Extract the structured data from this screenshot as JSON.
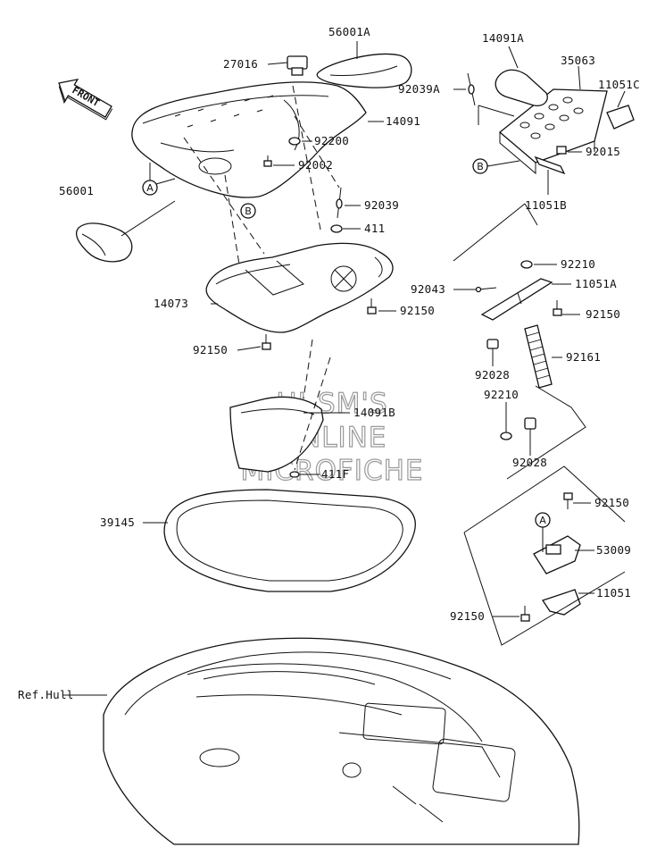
{
  "diagram": {
    "watermark": [
      "HI-SM'S",
      "ONLINE",
      "MICROFICHE"
    ],
    "front_label": "FRONT",
    "callouts": {
      "A": "A",
      "B": "B"
    },
    "parts": [
      {
        "id": "p56001A",
        "label": "56001A"
      },
      {
        "id": "p27016",
        "label": "27016"
      },
      {
        "id": "p14091A",
        "label": "14091A"
      },
      {
        "id": "p35063",
        "label": "35063"
      },
      {
        "id": "p92039A",
        "label": "92039A"
      },
      {
        "id": "p11051C",
        "label": "11051C"
      },
      {
        "id": "p14091",
        "label": "14091"
      },
      {
        "id": "p92200",
        "label": "92200"
      },
      {
        "id": "p92002",
        "label": "92002"
      },
      {
        "id": "p92015",
        "label": "92015"
      },
      {
        "id": "p56001",
        "label": "56001"
      },
      {
        "id": "p11051B",
        "label": "11051B"
      },
      {
        "id": "p92039",
        "label": "92039"
      },
      {
        "id": "p411",
        "label": "411"
      },
      {
        "id": "p92210a",
        "label": "92210"
      },
      {
        "id": "p92043",
        "label": "92043"
      },
      {
        "id": "p11051A",
        "label": "11051A"
      },
      {
        "id": "p14073",
        "label": "14073"
      },
      {
        "id": "p92150a",
        "label": "92150"
      },
      {
        "id": "p92150b",
        "label": "92150"
      },
      {
        "id": "p92150c",
        "label": "92150"
      },
      {
        "id": "p92028a",
        "label": "92028"
      },
      {
        "id": "p92161",
        "label": "92161"
      },
      {
        "id": "p92210b",
        "label": "92210"
      },
      {
        "id": "p14091B",
        "label": "14091B"
      },
      {
        "id": "p92028b",
        "label": "92028"
      },
      {
        "id": "p411F",
        "label": "411F"
      },
      {
        "id": "p92150d",
        "label": "92150"
      },
      {
        "id": "p39145",
        "label": "39145"
      },
      {
        "id": "p53009",
        "label": "53009"
      },
      {
        "id": "p11051",
        "label": "11051"
      },
      {
        "id": "p92150e",
        "label": "92150"
      },
      {
        "id": "pRefHull",
        "label": "Ref.Hull"
      }
    ]
  }
}
